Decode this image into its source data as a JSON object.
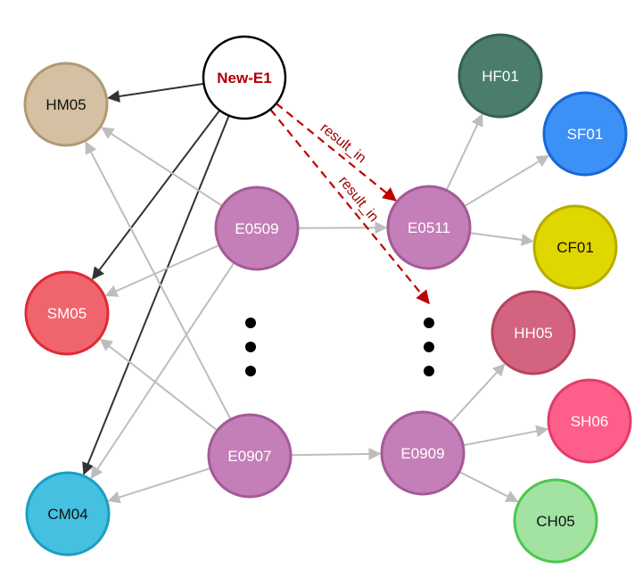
{
  "nodes": {
    "new_e1": {
      "label": "New-E1",
      "fill": "#ffffff",
      "stroke": "#000000",
      "text": "#b00000"
    },
    "hm05": {
      "label": "HM05",
      "fill": "#d4c0a2",
      "stroke": "#b19a73",
      "text": "#111111"
    },
    "sm05": {
      "label": "SM05",
      "fill": "#f0656d",
      "stroke": "#e02a35",
      "text": "#ffffff"
    },
    "cm04": {
      "label": "CM04",
      "fill": "#45c0e0",
      "stroke": "#1c9ec3",
      "text": "#111111"
    },
    "e0509": {
      "label": "E0509",
      "fill": "#c47fb8",
      "stroke": "#a45a98",
      "text": "#ffffff"
    },
    "e0907": {
      "label": "E0907",
      "fill": "#c47fb8",
      "stroke": "#a45a98",
      "text": "#ffffff"
    },
    "e0511": {
      "label": "E0511",
      "fill": "#c47fb8",
      "stroke": "#a45a98",
      "text": "#ffffff"
    },
    "e0909": {
      "label": "E0909",
      "fill": "#c47fb8",
      "stroke": "#a45a98",
      "text": "#ffffff"
    },
    "hf01": {
      "label": "HF01",
      "fill": "#4a7e6a",
      "stroke": "#34614f",
      "text": "#ffffff"
    },
    "sf01": {
      "label": "SF01",
      "fill": "#3c90f6",
      "stroke": "#1668d8",
      "text": "#ffffff"
    },
    "cf01": {
      "label": "CF01",
      "fill": "#e0d600",
      "stroke": "#b7ad00",
      "text": "#111111"
    },
    "hh05": {
      "label": "HH05",
      "fill": "#d3637f",
      "stroke": "#b44561",
      "text": "#ffffff"
    },
    "sh06": {
      "label": "SH06",
      "fill": "#fd5e8a",
      "stroke": "#e33c6b",
      "text": "#ffffff"
    },
    "ch05": {
      "label": "CH05",
      "fill": "#a2e3a2",
      "stroke": "#4ec64e",
      "text": "#111111"
    }
  },
  "edges": [
    {
      "from": "new_e1",
      "to": "hm05",
      "style": "dark"
    },
    {
      "from": "new_e1",
      "to": "sm05",
      "style": "dark"
    },
    {
      "from": "new_e1",
      "to": "cm04",
      "style": "dark"
    },
    {
      "from": "e0509",
      "to": "hm05",
      "style": "gray"
    },
    {
      "from": "e0509",
      "to": "sm05",
      "style": "gray"
    },
    {
      "from": "e0509",
      "to": "cm04",
      "style": "gray"
    },
    {
      "from": "e0509",
      "to": "e0511",
      "style": "gray"
    },
    {
      "from": "e0907",
      "to": "hm05",
      "style": "gray"
    },
    {
      "from": "e0907",
      "to": "sm05",
      "style": "gray"
    },
    {
      "from": "e0907",
      "to": "cm04",
      "style": "gray"
    },
    {
      "from": "e0907",
      "to": "e0909",
      "style": "gray"
    },
    {
      "from": "e0511",
      "to": "hf01",
      "style": "gray"
    },
    {
      "from": "e0511",
      "to": "sf01",
      "style": "gray"
    },
    {
      "from": "e0511",
      "to": "cf01",
      "style": "gray"
    },
    {
      "from": "e0909",
      "to": "hh05",
      "style": "gray"
    },
    {
      "from": "e0909",
      "to": "sh06",
      "style": "gray"
    },
    {
      "from": "e0909",
      "to": "ch05",
      "style": "gray"
    },
    {
      "from": "new_e1",
      "to": "e0511",
      "style": "dashed",
      "label": "result_in"
    },
    {
      "from": "new_e1",
      "to": "ellipsis_right",
      "style": "dashed",
      "label": "result_in"
    }
  ],
  "colors": {
    "dark_edge": "#333333",
    "gray_edge": "#bdbdbd",
    "dashed_edge": "#c00000",
    "edge_label": "#a00000",
    "ellipsis": "#000000"
  }
}
